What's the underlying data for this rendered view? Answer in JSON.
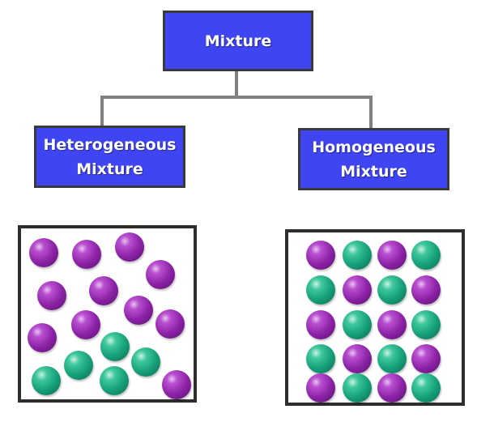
{
  "diagram": {
    "root": {
      "label": "Mixture"
    },
    "children": [
      {
        "line1": "Heterogeneous",
        "line2": "Mixture"
      },
      {
        "line1": "Homogeneous",
        "line2": "Mixture"
      }
    ]
  },
  "colors": {
    "box_fill": "#3f45f2",
    "purple_particle": "#8b22a6",
    "teal_particle": "#16a07a"
  }
}
